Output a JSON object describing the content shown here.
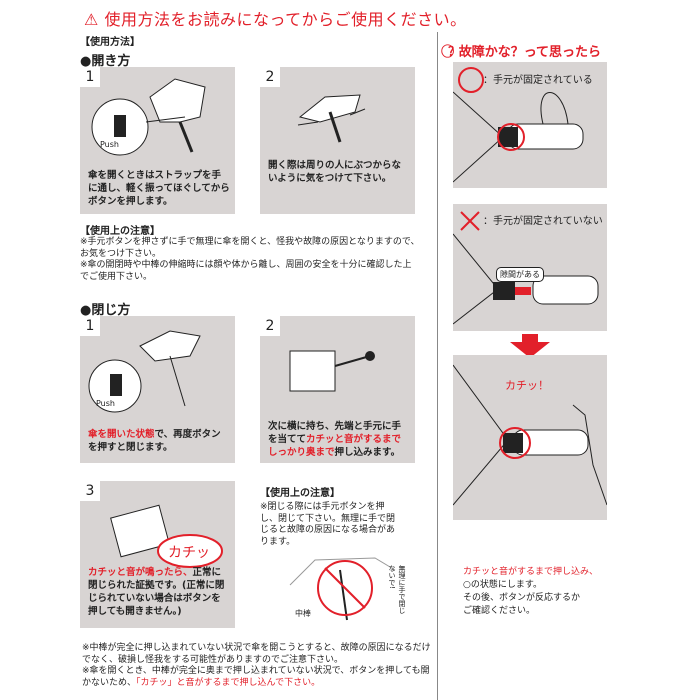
{
  "header": {
    "warning_icon": "warning-triangle-icon",
    "title": "使用方法をお読みになってからご使用ください。",
    "section": "【使用方法】"
  },
  "open": {
    "heading": "●開き方",
    "steps": [
      {
        "num": "1",
        "push": "Push",
        "text": "傘を開くときはストラップを手に通し、軽く振ってほぐしてからボタンを押します。"
      },
      {
        "num": "2",
        "text": "開く際は周りの人にぶつからないように気をつけて下さい。"
      }
    ]
  },
  "caution1": {
    "heading": "【使用上の注意】",
    "lines": [
      "※手元ボタンを押さずに手で無理に傘を開くと、怪我や故障の原因となりますので、お気をつけ下さい。",
      "※傘の開閉時や中棒の伸縮時には顔や体から離し、周囲の安全を十分に確認した上でご使用下さい。"
    ]
  },
  "close": {
    "heading": "●閉じ方",
    "step1": {
      "num": "1",
      "push": "Push",
      "red": "傘を開いた状態",
      "text": "で、再度ボタンを押すと閉じます。"
    },
    "step2": {
      "num": "2",
      "pre": "次に横に持ち、先端と手元に手を当てて",
      "red": "カチッと音がするまでしっかり奥まで",
      "post": "押し込みます。"
    },
    "step3": {
      "num": "3",
      "bubble": "カチッ",
      "red": "カチッと音が鳴ったら、",
      "text": "正常に閉じられた証拠です。(正常に閉じられていない場合はボタンを押しても開きません。)"
    }
  },
  "caution2": {
    "heading": "【使用上の注意】",
    "text": "※閉じる際には手元ボタンを押し、閉じて下さい。無理に手で閉じると故障の原因になる場合があります。",
    "label_shaft": "中棒",
    "label_vertical": "無理に手で閉じないで!"
  },
  "bottom_notes": {
    "line1": "※中棒が完全に押し込まれていない状況で傘を開こうとすると、故障の原因になるだけでなく、破損し怪我をする可能性がありますのでご注意下さい。",
    "line2_pre": "※傘を開くとき、中棒が完全に奥まで押し込まれていない状況で、ボタンを押しても開かないため、",
    "line2_red": "「カチッ」と音がするまで押し込んで下さい。"
  },
  "trouble": {
    "icon": "question-circle-icon",
    "title": "故障かな？って思ったら",
    "ok_label": "：手元が固定されている",
    "ng_label": "：手元が固定されていない",
    "gap_label": "隙間がある",
    "click_label": "カチッ！",
    "instruction_red": "カチッと音がするまで押し込み、",
    "instruction_lines": [
      "○の状態にします。",
      "その後、ボタンが反応するか",
      "ご確認ください。"
    ]
  },
  "colors": {
    "accent": "#e2202a",
    "panel": "#d8d4d3"
  }
}
